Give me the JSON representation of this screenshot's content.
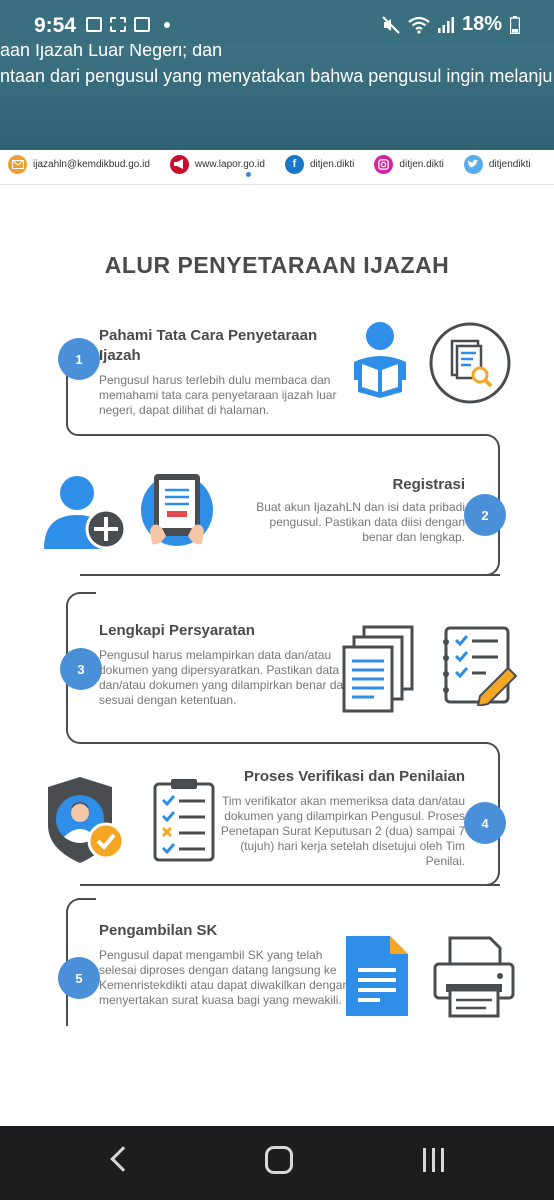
{
  "status_bar": {
    "time": "9:54",
    "battery": "18%"
  },
  "banner": {
    "line1": "aan Ijazah Luar Negeri; dan",
    "line2": "ntaan dari pengusul yang menyatakan bahwa pengusul ingin melanju"
  },
  "contacts": [
    {
      "icon": "email-icon",
      "color": "#f0a030",
      "text": "ijazahln@kemdikbud.go.id"
    },
    {
      "icon": "megaphone-icon",
      "color": "#c8102e",
      "text": "www.lapor.go.id"
    },
    {
      "icon": "facebook-icon",
      "color": "#1877c8",
      "text": "ditjen.dikti"
    },
    {
      "icon": "instagram-icon",
      "color": "#d6249f",
      "text": "ditjen.dikti"
    },
    {
      "icon": "twitter-icon",
      "color": "#55acee",
      "text": "ditjendikti"
    }
  ],
  "main_title": "ALUR PENYETARAAN IJAZAH",
  "steps": [
    {
      "number": "1",
      "title": "Pahami Tata Cara Penyetaraan Ijazah",
      "description": "Pengusul harus terlebih dulu membaca dan memahami tata cara penyetaraan ijazah luar negeri, dapat dilihat di halaman."
    },
    {
      "number": "2",
      "title": "Registrasi",
      "description": "Buat akun IjazahLN dan isi data pribadi pengusul. Pastikan data diisi dengan benar dan lengkap."
    },
    {
      "number": "3",
      "title": "Lengkapi Persyaratan",
      "description": "Pengusul harus melampirkan data dan/atau dokumen yang dipersyaratkan. Pastikan data dan/atau dokumen yang dilampirkan benar dan sesuai dengan ketentuan."
    },
    {
      "number": "4",
      "title": "Proses Verifikasi dan Penilaian",
      "description": "Tim verifikator akan memeriksa data dan/atau dokumen yang dilampirkan Pengusul. Proses Penetapan Surat Keputusan 2 (dua) sampai 7 (tujuh) hari kerja setelah disetujui oleh Tim Penilai."
    },
    {
      "number": "5",
      "title": "Pengambilan SK",
      "description": "Pengusul dapat mengambil SK yang telah selesai diproses dengan datang langsung ke Kemenristekdikti atau dapat diwakilkan dengan menyertakan surat kuasa bagi yang mewakili."
    }
  ],
  "colors": {
    "banner": "#3a6f80",
    "step_circle": "#4a90d9",
    "accent_orange": "#f5a623",
    "navbar": "#1d1d1f"
  }
}
